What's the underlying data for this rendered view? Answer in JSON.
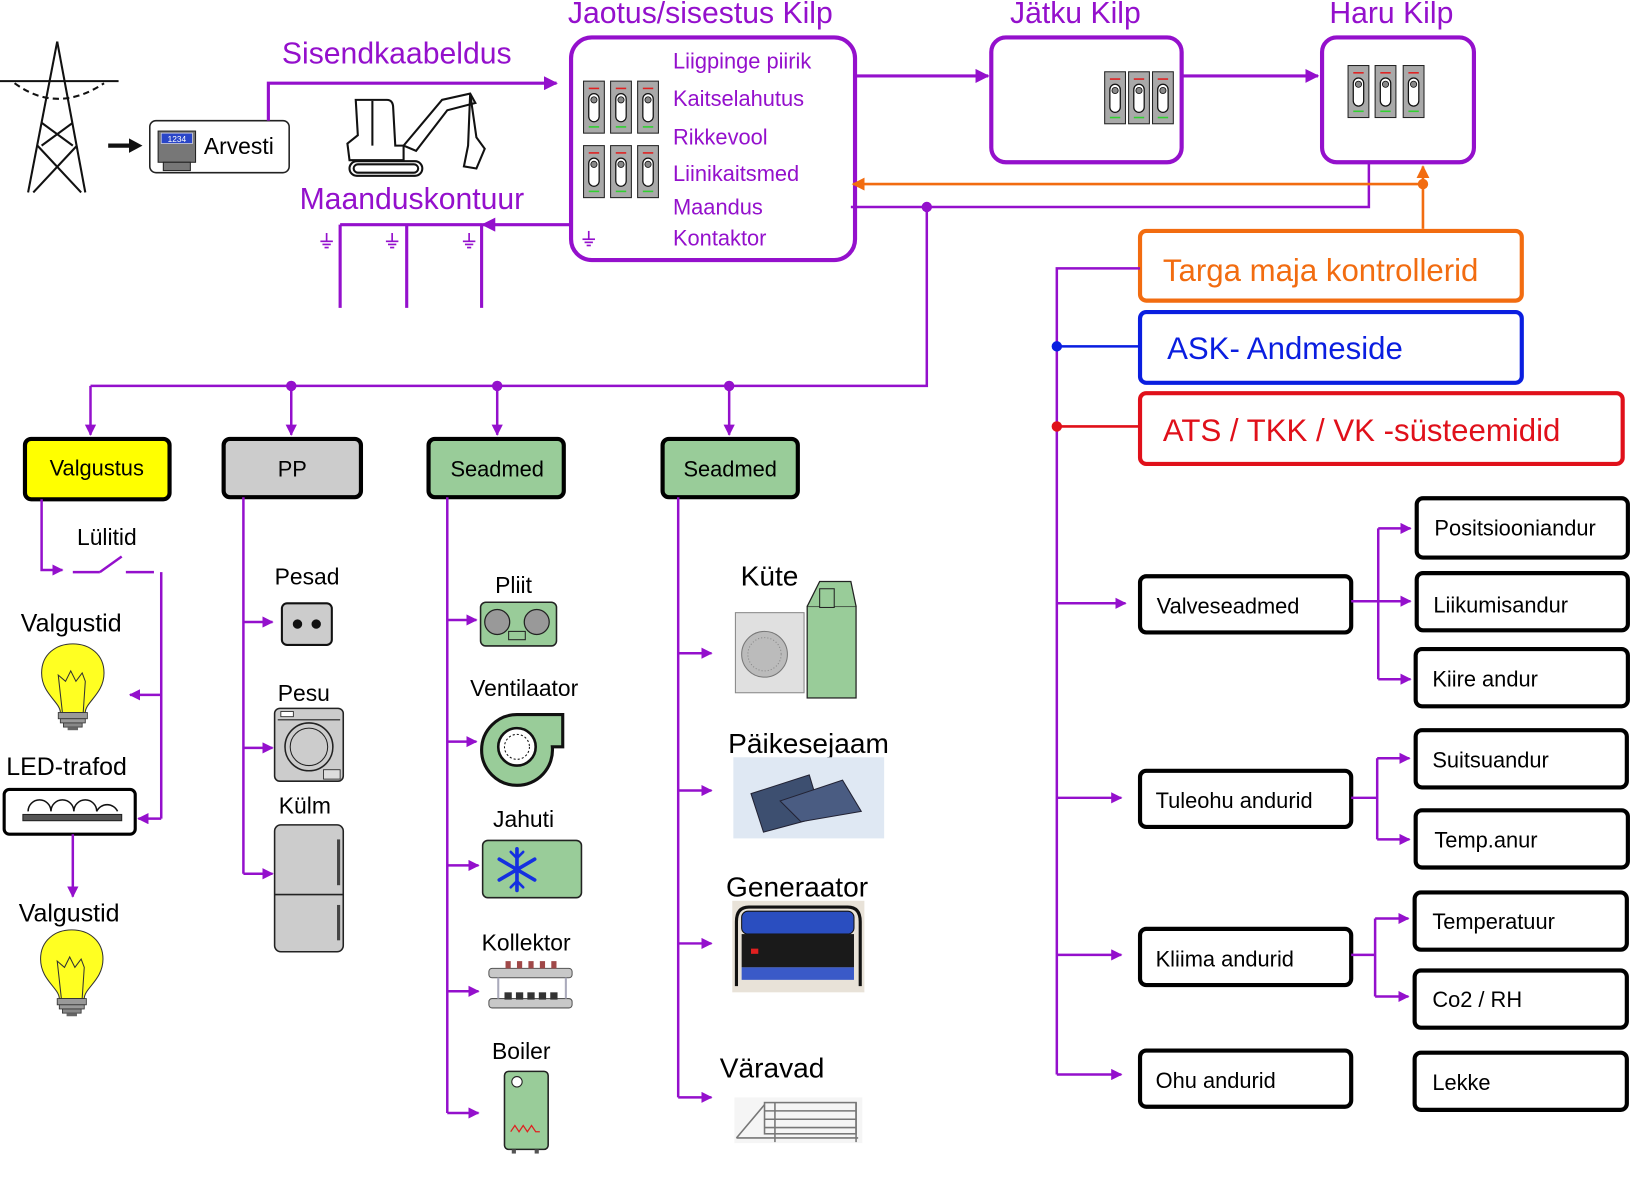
{
  "colors": {
    "power_line": "#9410cc",
    "controller": "#f26c10",
    "data_link": "#0a1ee0",
    "alarm_systems": "#e0101a",
    "lighting_fill": "#ffff00",
    "pp_fill": "#cccccc",
    "device_fill": "#99cc99"
  },
  "supply": {
    "pylon_icon": "power-pylon-icon",
    "meter_label": "Arvesti",
    "meter_digits": "1234",
    "input_cable_label": "Sisendkaabeldus",
    "earthing_label": "Maanduskontuur",
    "excavator_icon": "excavator-icon"
  },
  "main_panel": {
    "title": "Jaotus/sisestus Kilp",
    "items": [
      "Liigpinge piirik",
      "Kaitselahutus",
      "Rikkevool",
      "Liinikaitsmed",
      "Maandus",
      "Kontaktor"
    ]
  },
  "continuation_panel": {
    "title": "Jätku Kilp"
  },
  "branch_panel": {
    "title": "Haru Kilp"
  },
  "control": {
    "smart_home": "Targa maja kontrollerid",
    "data_comm": "ASK- Andmeside",
    "alarm_systems": "ATS / TKK / VK -süsteemidid"
  },
  "circuits": {
    "lighting": {
      "label": "Valgustus",
      "switches": "Lülitid",
      "luminaires_1": "Valgustid",
      "led_drivers": "LED-trafod",
      "luminaires_2": "Valgustid"
    },
    "sockets": {
      "label": "PP",
      "items": [
        "Pesad",
        "Pesu",
        "Külm"
      ]
    },
    "appliances": {
      "label": "Seadmed",
      "items": [
        "Pliit",
        "Ventilaator",
        "Jahuti",
        "Kollektor",
        "Boiler"
      ]
    },
    "systems": {
      "label": "Seadmed",
      "items": [
        "Küte",
        "Päikesejaam",
        "Generaator",
        "Väravad"
      ]
    }
  },
  "sensors": {
    "groups": [
      {
        "label": "Valveseadmed",
        "children": [
          "Positsiooniandur",
          "Liikumisandur",
          "Kiire andur"
        ]
      },
      {
        "label": "Tuleohu andurid",
        "children": [
          "Suitsuandur",
          "Temp.anur"
        ]
      },
      {
        "label": "Kliima andurid",
        "children": [
          "Temperatuur",
          "Co2 / RH"
        ]
      },
      {
        "label": "Ohu andurid",
        "children": [
          "Lekke"
        ]
      }
    ]
  }
}
